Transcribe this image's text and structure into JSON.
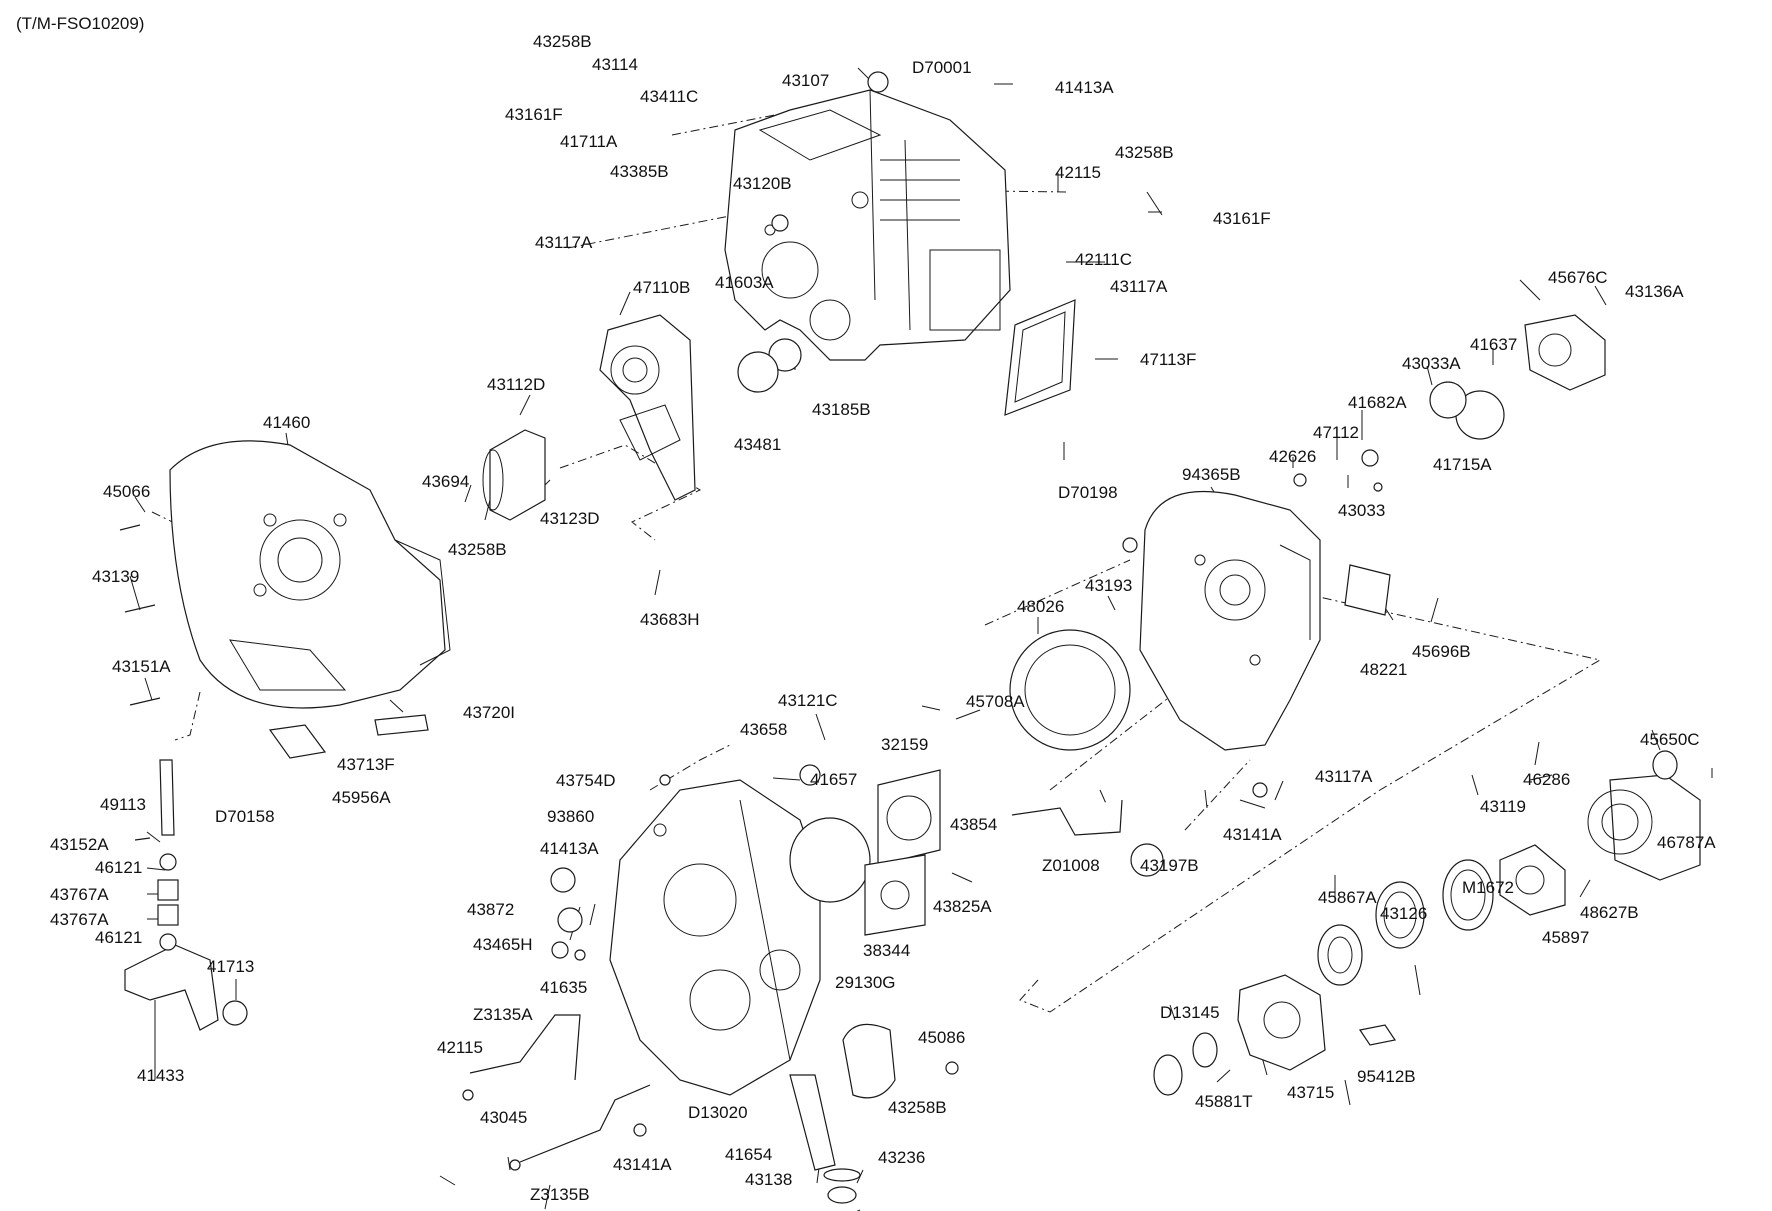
{
  "diagram_code": "(T/M-FSO10209)",
  "part_labels": [
    "43258B",
    "43114",
    "43161F",
    "43411C",
    "41711A",
    "43385B",
    "43107",
    "D70001",
    "41413A",
    "43120B",
    "42115",
    "43258B",
    "43161F",
    "42111C",
    "43117A",
    "43117A",
    "41603A",
    "47110B",
    "45676C",
    "43136A",
    "41637",
    "43033A",
    "47113F",
    "43185B",
    "43481",
    "43112D",
    "41682A",
    "47112",
    "41715A",
    "42626",
    "43033",
    "41460",
    "D70198",
    "94365B",
    "45066",
    "43694",
    "43123D",
    "43258B",
    "43139",
    "43193",
    "48026",
    "45696B",
    "48221",
    "43683H",
    "43151A",
    "45708A",
    "43720I",
    "43121C",
    "32159",
    "43658",
    "45650C",
    "46286",
    "41657",
    "43713F",
    "43754D",
    "43117A",
    "49113",
    "45956A",
    "43854",
    "43119",
    "D70158",
    "93860",
    "M1672",
    "46787A",
    "43152A",
    "41413A",
    "Z01008",
    "43197B",
    "43141A",
    "43126",
    "48627B",
    "46121",
    "45867A",
    "43767A",
    "43767A",
    "43872",
    "43825A",
    "45897",
    "46121",
    "43465H",
    "38344",
    "41635",
    "41713",
    "29130G",
    "D13145",
    "Z3135A",
    "45086",
    "42115",
    "41433",
    "95412B",
    "45881T",
    "43715",
    "43258B",
    "43045",
    "D13020",
    "41654",
    "43236",
    "43141A",
    "43138",
    "Z3135B"
  ]
}
